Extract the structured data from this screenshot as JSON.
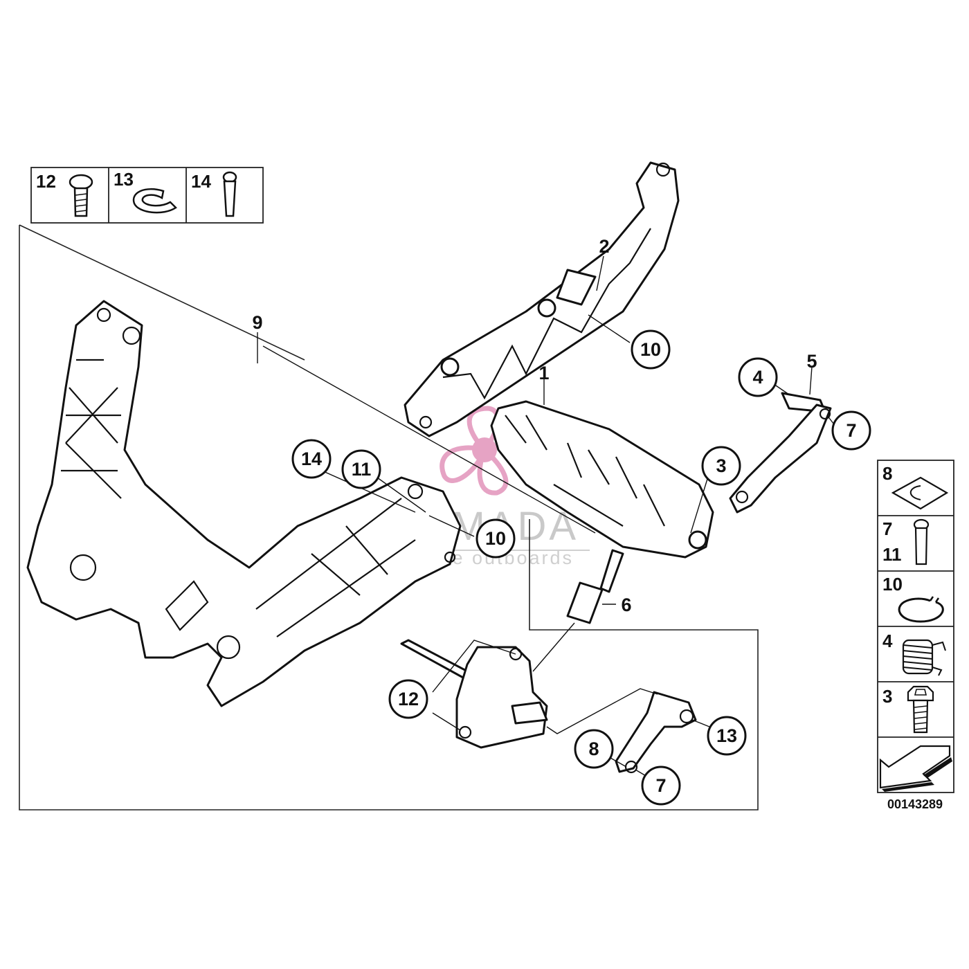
{
  "watermark": {
    "title": "ARMADA",
    "subtitle": "marine outboards",
    "logo_color": "#e6a3c4"
  },
  "diagram_id": "00143289",
  "top_legend": [
    {
      "label": "12",
      "icon": "screw-icon"
    },
    {
      "label": "13",
      "icon": "c-clip-icon"
    },
    {
      "label": "14",
      "icon": "pin-icon"
    }
  ],
  "side_legend": [
    {
      "labels": [
        "8"
      ],
      "icon": "clip-plate-icon"
    },
    {
      "labels": [
        "7",
        "11"
      ],
      "icon": "bolt-icon"
    },
    {
      "labels": [
        "10"
      ],
      "icon": "circlip-icon"
    },
    {
      "labels": [
        "4"
      ],
      "icon": "spring-icon"
    },
    {
      "labels": [
        "3"
      ],
      "icon": "hex-screw-icon"
    }
  ],
  "callouts": {
    "c10a": "10",
    "c4": "4",
    "c7a": "7",
    "c3": "3",
    "c14": "14",
    "c11": "11",
    "c10b": "10",
    "c12": "12",
    "c8": "8",
    "c13": "13",
    "c7b": "7"
  },
  "labels": {
    "l9": "9",
    "l2": "2",
    "l1": "1",
    "l5": "5",
    "l6": "6"
  }
}
